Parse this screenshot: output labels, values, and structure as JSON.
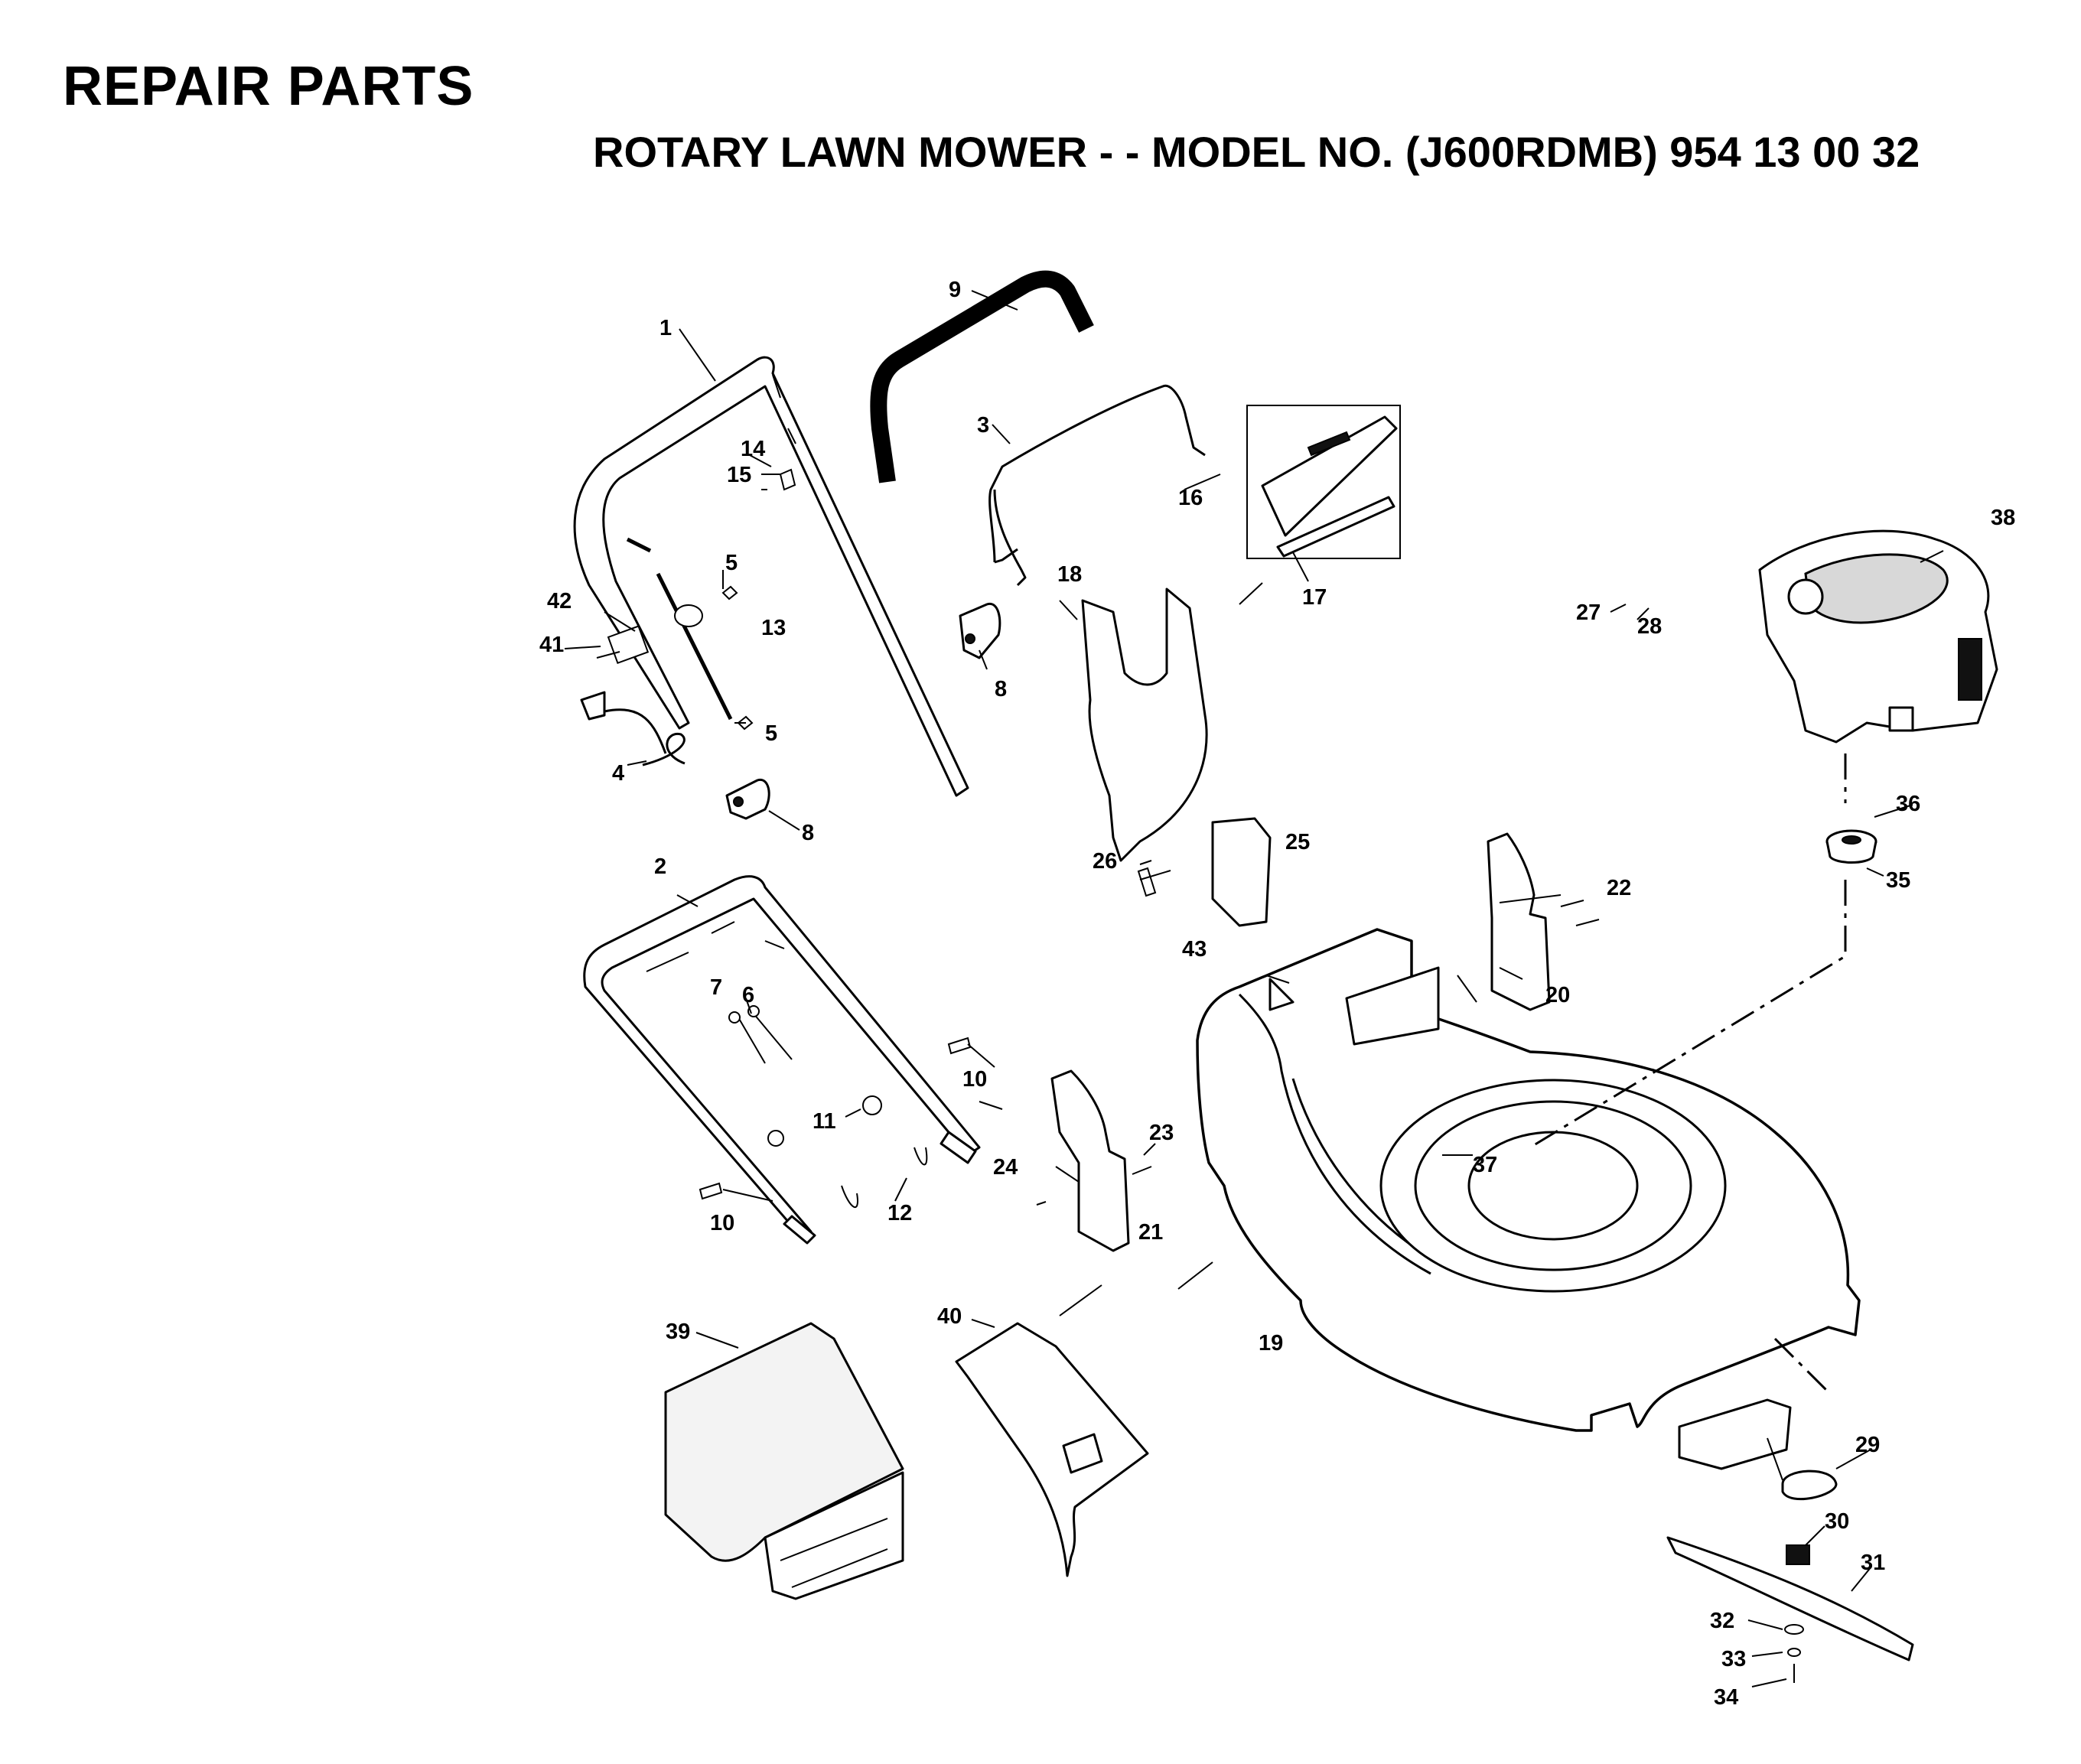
{
  "header": {
    "title": "REPAIR PARTS",
    "subtitle": "ROTARY LAWN MOWER - - MODEL NO. (J600RDMB) 954 13 00 32"
  },
  "callouts": [
    {
      "id": "c1",
      "label": "1"
    },
    {
      "id": "c2",
      "label": "2"
    },
    {
      "id": "c3",
      "label": "3"
    },
    {
      "id": "c4",
      "label": "4"
    },
    {
      "id": "c5a",
      "label": "5"
    },
    {
      "id": "c5b",
      "label": "5"
    },
    {
      "id": "c6",
      "label": "6"
    },
    {
      "id": "c7",
      "label": "7"
    },
    {
      "id": "c8a",
      "label": "8"
    },
    {
      "id": "c8b",
      "label": "8"
    },
    {
      "id": "c9",
      "label": "9"
    },
    {
      "id": "c10a",
      "label": "10"
    },
    {
      "id": "c10b",
      "label": "10"
    },
    {
      "id": "c11",
      "label": "11"
    },
    {
      "id": "c12",
      "label": "12"
    },
    {
      "id": "c13",
      "label": "13"
    },
    {
      "id": "c14",
      "label": "14"
    },
    {
      "id": "c15",
      "label": "15"
    },
    {
      "id": "c16",
      "label": "16"
    },
    {
      "id": "c17",
      "label": "17"
    },
    {
      "id": "c18",
      "label": "18"
    },
    {
      "id": "c19",
      "label": "19"
    },
    {
      "id": "c20",
      "label": "20"
    },
    {
      "id": "c21",
      "label": "21"
    },
    {
      "id": "c22",
      "label": "22"
    },
    {
      "id": "c23",
      "label": "23"
    },
    {
      "id": "c24",
      "label": "24"
    },
    {
      "id": "c25",
      "label": "25"
    },
    {
      "id": "c26",
      "label": "26"
    },
    {
      "id": "c27",
      "label": "27"
    },
    {
      "id": "c28",
      "label": "28"
    },
    {
      "id": "c29",
      "label": "29"
    },
    {
      "id": "c30",
      "label": "30"
    },
    {
      "id": "c31",
      "label": "31"
    },
    {
      "id": "c32",
      "label": "32"
    },
    {
      "id": "c33",
      "label": "33"
    },
    {
      "id": "c34",
      "label": "34"
    },
    {
      "id": "c35",
      "label": "35"
    },
    {
      "id": "c36",
      "label": "36"
    },
    {
      "id": "c37",
      "label": "37"
    },
    {
      "id": "c38",
      "label": "38"
    },
    {
      "id": "c39",
      "label": "39"
    },
    {
      "id": "c40",
      "label": "40"
    },
    {
      "id": "c41",
      "label": "41"
    },
    {
      "id": "c42",
      "label": "42"
    },
    {
      "id": "c43",
      "label": "43"
    }
  ]
}
